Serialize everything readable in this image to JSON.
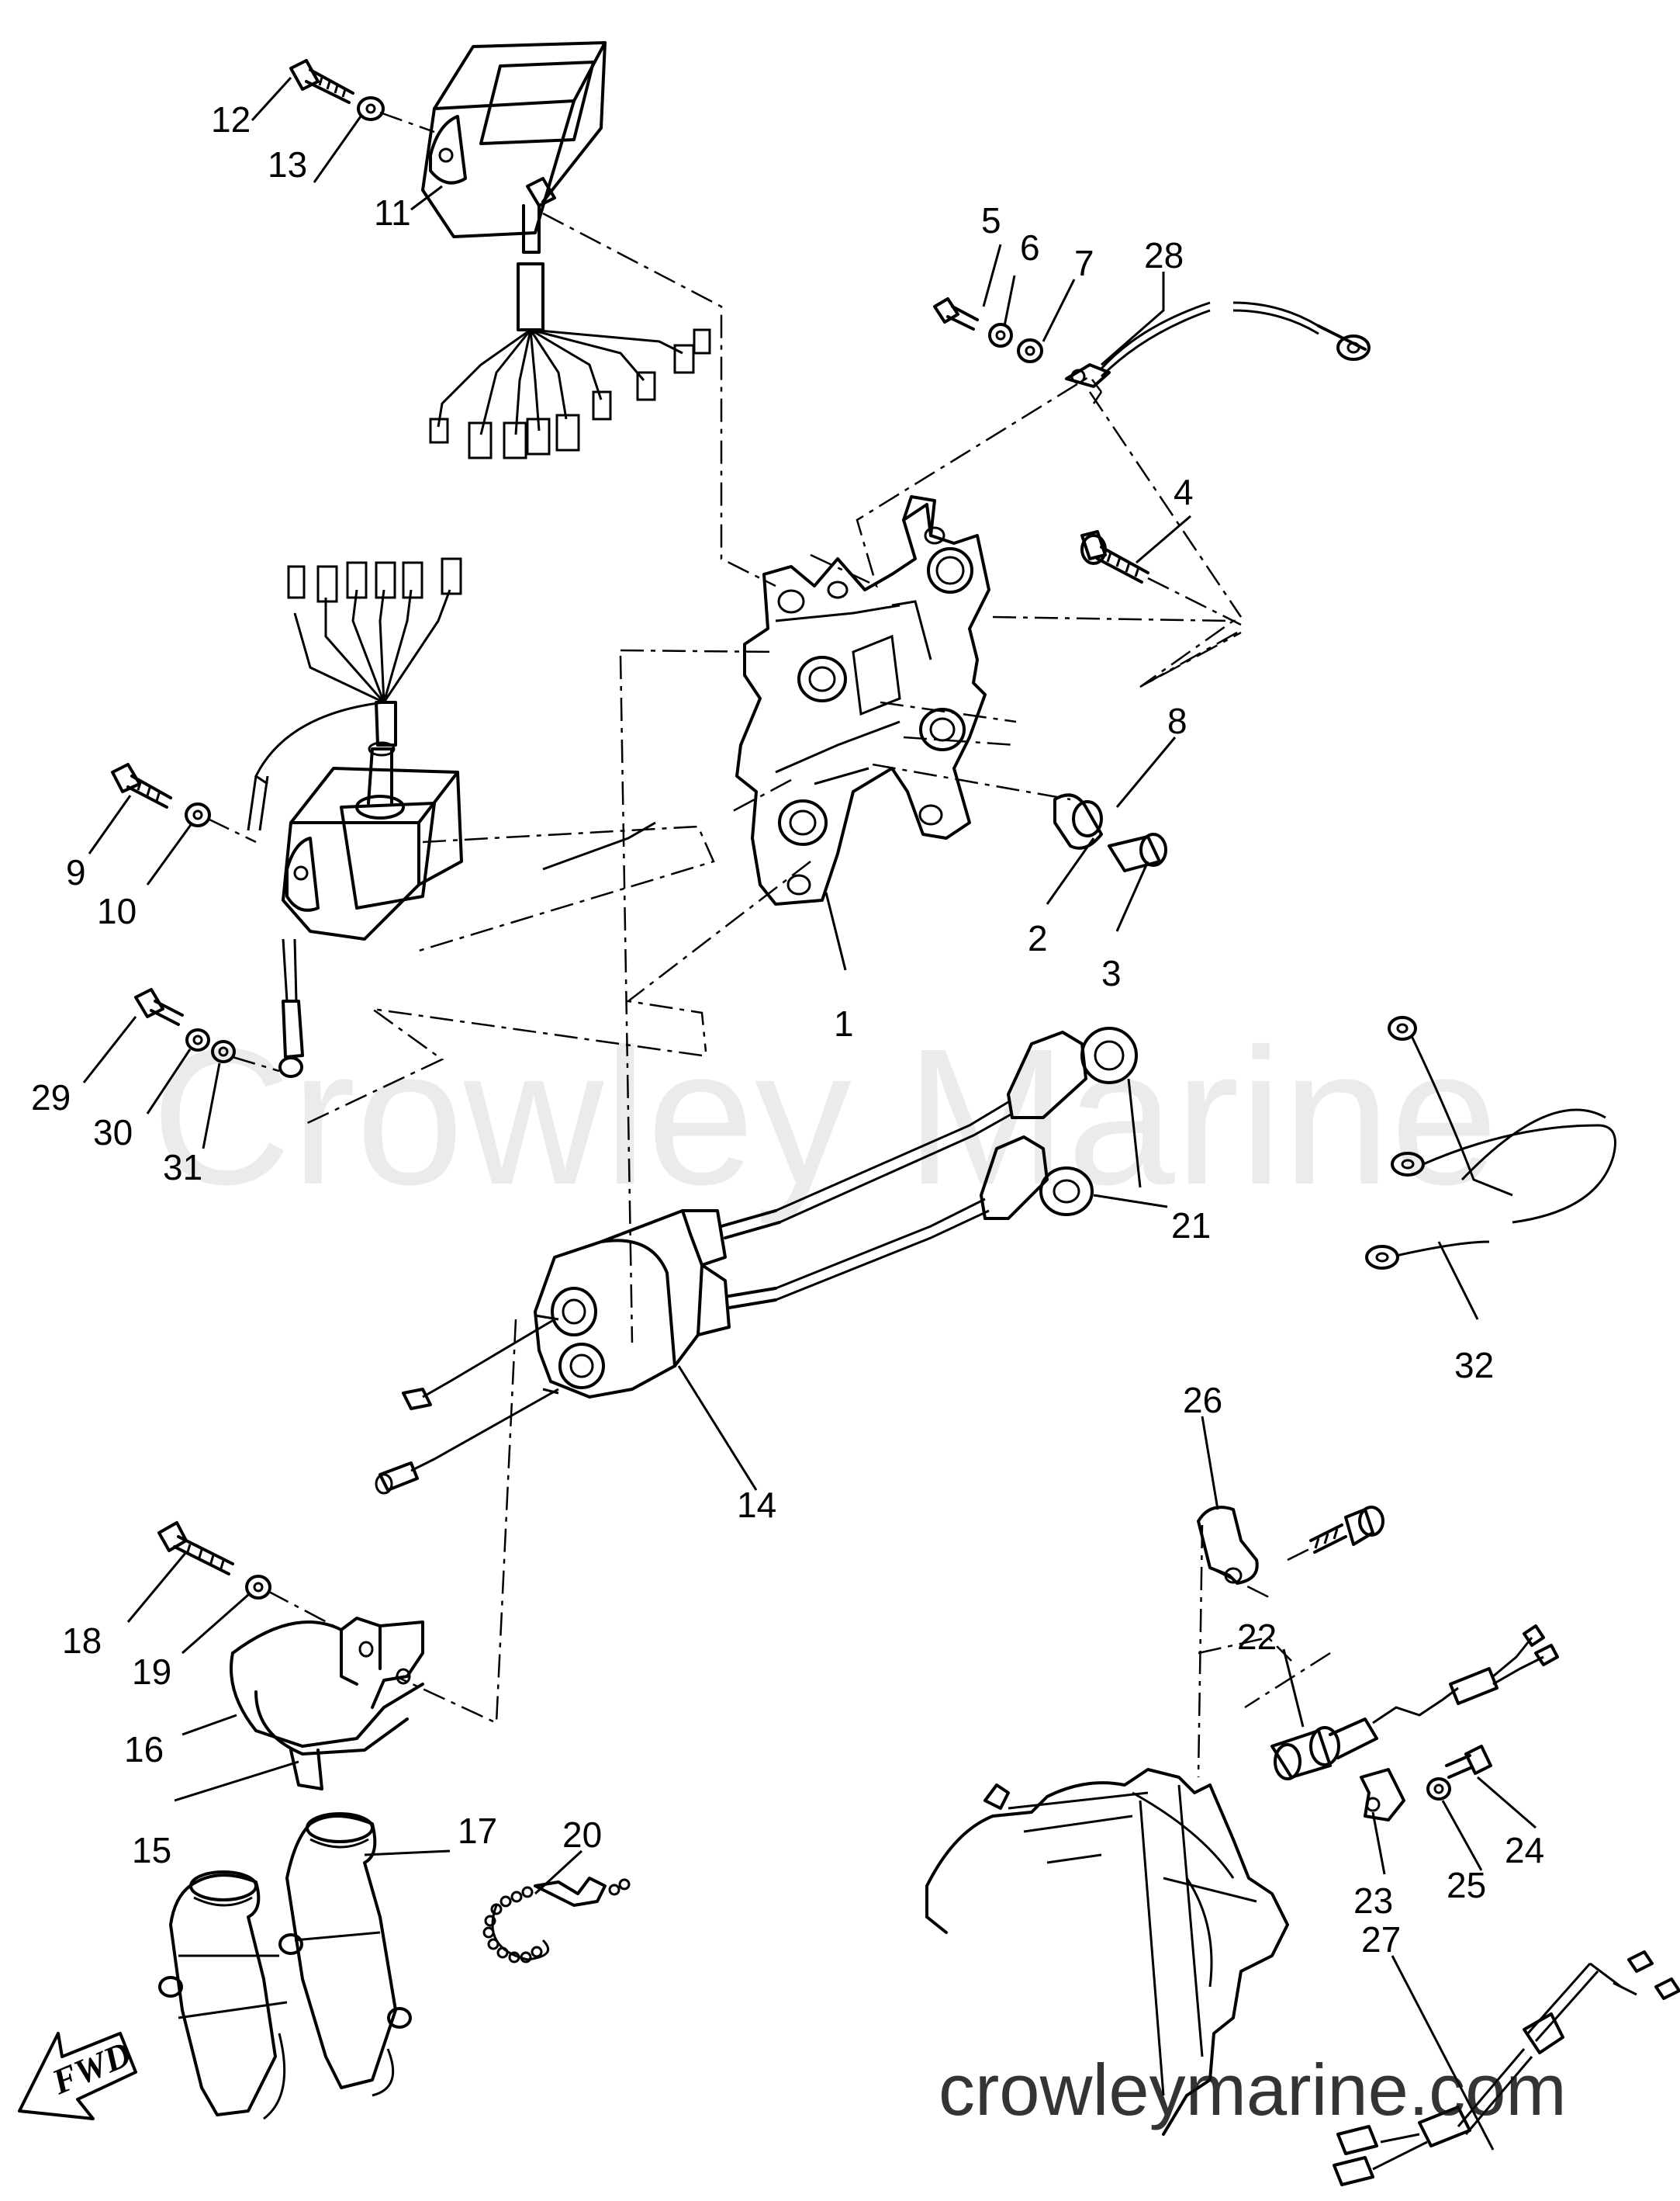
{
  "watermark": "Crowley Marine",
  "footer": "crowleymarine.com",
  "direction_label": "FWD",
  "callouts": {
    "c1": "1",
    "c2": "2",
    "c3": "3",
    "c4": "4",
    "c5": "5",
    "c6": "6",
    "c7": "7",
    "c8": "8",
    "c9": "9",
    "c10": "10",
    "c11": "11",
    "c12": "12",
    "c13": "13",
    "c14": "14",
    "c15": "15",
    "c16": "16",
    "c17": "17",
    "c18": "18",
    "c19": "19",
    "c20": "20",
    "c21": "21",
    "c22": "22",
    "c23": "23",
    "c24": "24",
    "c25": "25",
    "c26": "26",
    "c27": "27",
    "c28": "28",
    "c29": "29",
    "c30": "30",
    "c31": "31",
    "c32": "32"
  }
}
